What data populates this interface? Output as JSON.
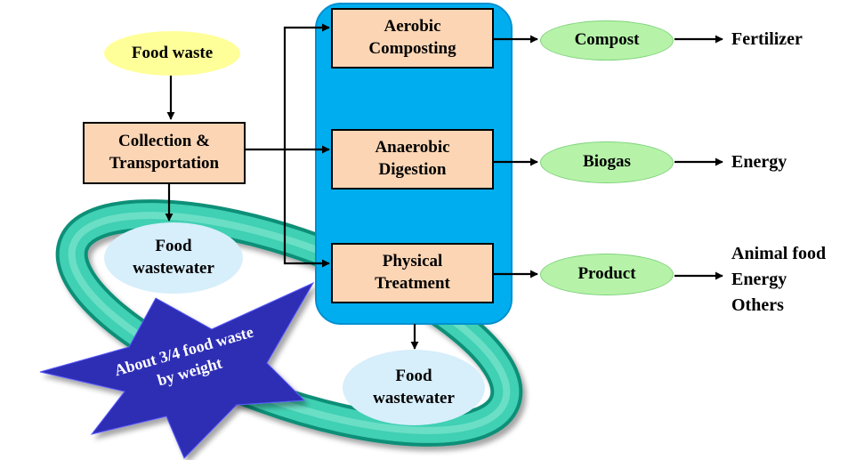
{
  "nodes": {
    "food_waste": "Food waste",
    "collection": [
      "Collection &",
      "Transportation"
    ],
    "aerobic": [
      "Aerobic",
      "Composting"
    ],
    "anaerobic": [
      "Anaerobic",
      "Digestion"
    ],
    "physical": [
      "Physical",
      "Treatment"
    ],
    "food_wastewater_left": [
      "Food",
      "wastewater"
    ],
    "food_wastewater_bottom": [
      "Food",
      "wastewater"
    ],
    "compost": "Compost",
    "biogas": "Biogas",
    "product": "Product"
  },
  "outputs": {
    "fertilizer": "Fertilizer",
    "energy": "Energy",
    "product_uses": [
      "Animal food",
      "Energy",
      "Others"
    ]
  },
  "annotation": [
    "About 3/4 food waste",
    "by weight"
  ],
  "colors": {
    "process_panel": "#00aeef",
    "process_box": "#fcd5b4",
    "food_waste_ellipse": "#ffff99",
    "output_ellipse": "#b6f3a9",
    "wastewater_ellipse": "#d7eefb",
    "ring": "#1fb39a",
    "star": "#2f2fb5"
  }
}
